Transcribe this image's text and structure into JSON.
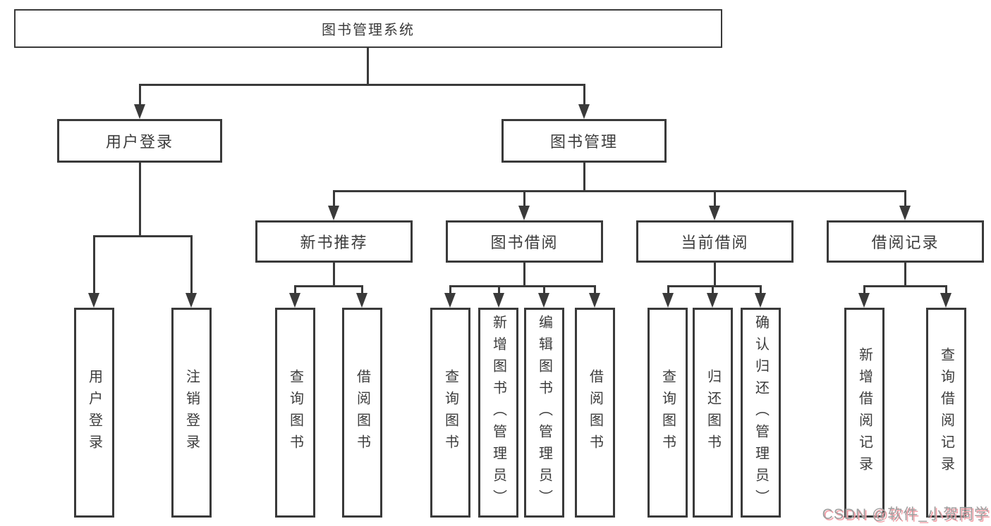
{
  "colors": {
    "line": "#3a3a3a",
    "text": "#3c3c3c",
    "background": "#ffffff",
    "watermark_text": "#9e9e9e",
    "watermark_shadow": "#f2a0a8"
  },
  "diagram": {
    "type": "hierarchy-tree",
    "root": {
      "label": "图书管理系统"
    },
    "level2": {
      "user_login": {
        "label": "用户登录"
      },
      "book_mgmt": {
        "label": "图书管理"
      }
    },
    "level3": {
      "new_book_rec": {
        "label": "新书推荐"
      },
      "book_borrow": {
        "label": "图书借阅"
      },
      "current_borrow": {
        "label": "当前借阅"
      },
      "borrow_record": {
        "label": "借阅记录"
      }
    },
    "leaves": {
      "user_login": {
        "label": "用户登录",
        "parent": "用户登录"
      },
      "logout": {
        "label": "注销登录",
        "parent": "用户登录"
      },
      "query_book_rec": {
        "label": "查询图书",
        "parent": "新书推荐"
      },
      "borrow_book_rec": {
        "label": "借阅图书",
        "parent": "新书推荐"
      },
      "query_book_borrow": {
        "label": "查询图书",
        "parent": "图书借阅"
      },
      "add_book": {
        "label": "新增图书（管理员）",
        "parent": "图书借阅"
      },
      "edit_book": {
        "label": "编辑图书（管理员）",
        "parent": "图书借阅"
      },
      "borrow_book": {
        "label": "借阅图书",
        "parent": "图书借阅"
      },
      "query_book_current": {
        "label": "查询图书",
        "parent": "当前借阅"
      },
      "return_book": {
        "label": "归还图书",
        "parent": "当前借阅"
      },
      "confirm_return": {
        "label": "确认归还（管理员）",
        "parent": "当前借阅"
      },
      "add_borrow_record": {
        "label": "新增借阅记录",
        "parent": "借阅记录"
      },
      "query_borrow_record": {
        "label": "查询借阅记录",
        "parent": "借阅记录"
      }
    }
  },
  "watermark": {
    "text": "CSDN @软件_小贺同学"
  }
}
